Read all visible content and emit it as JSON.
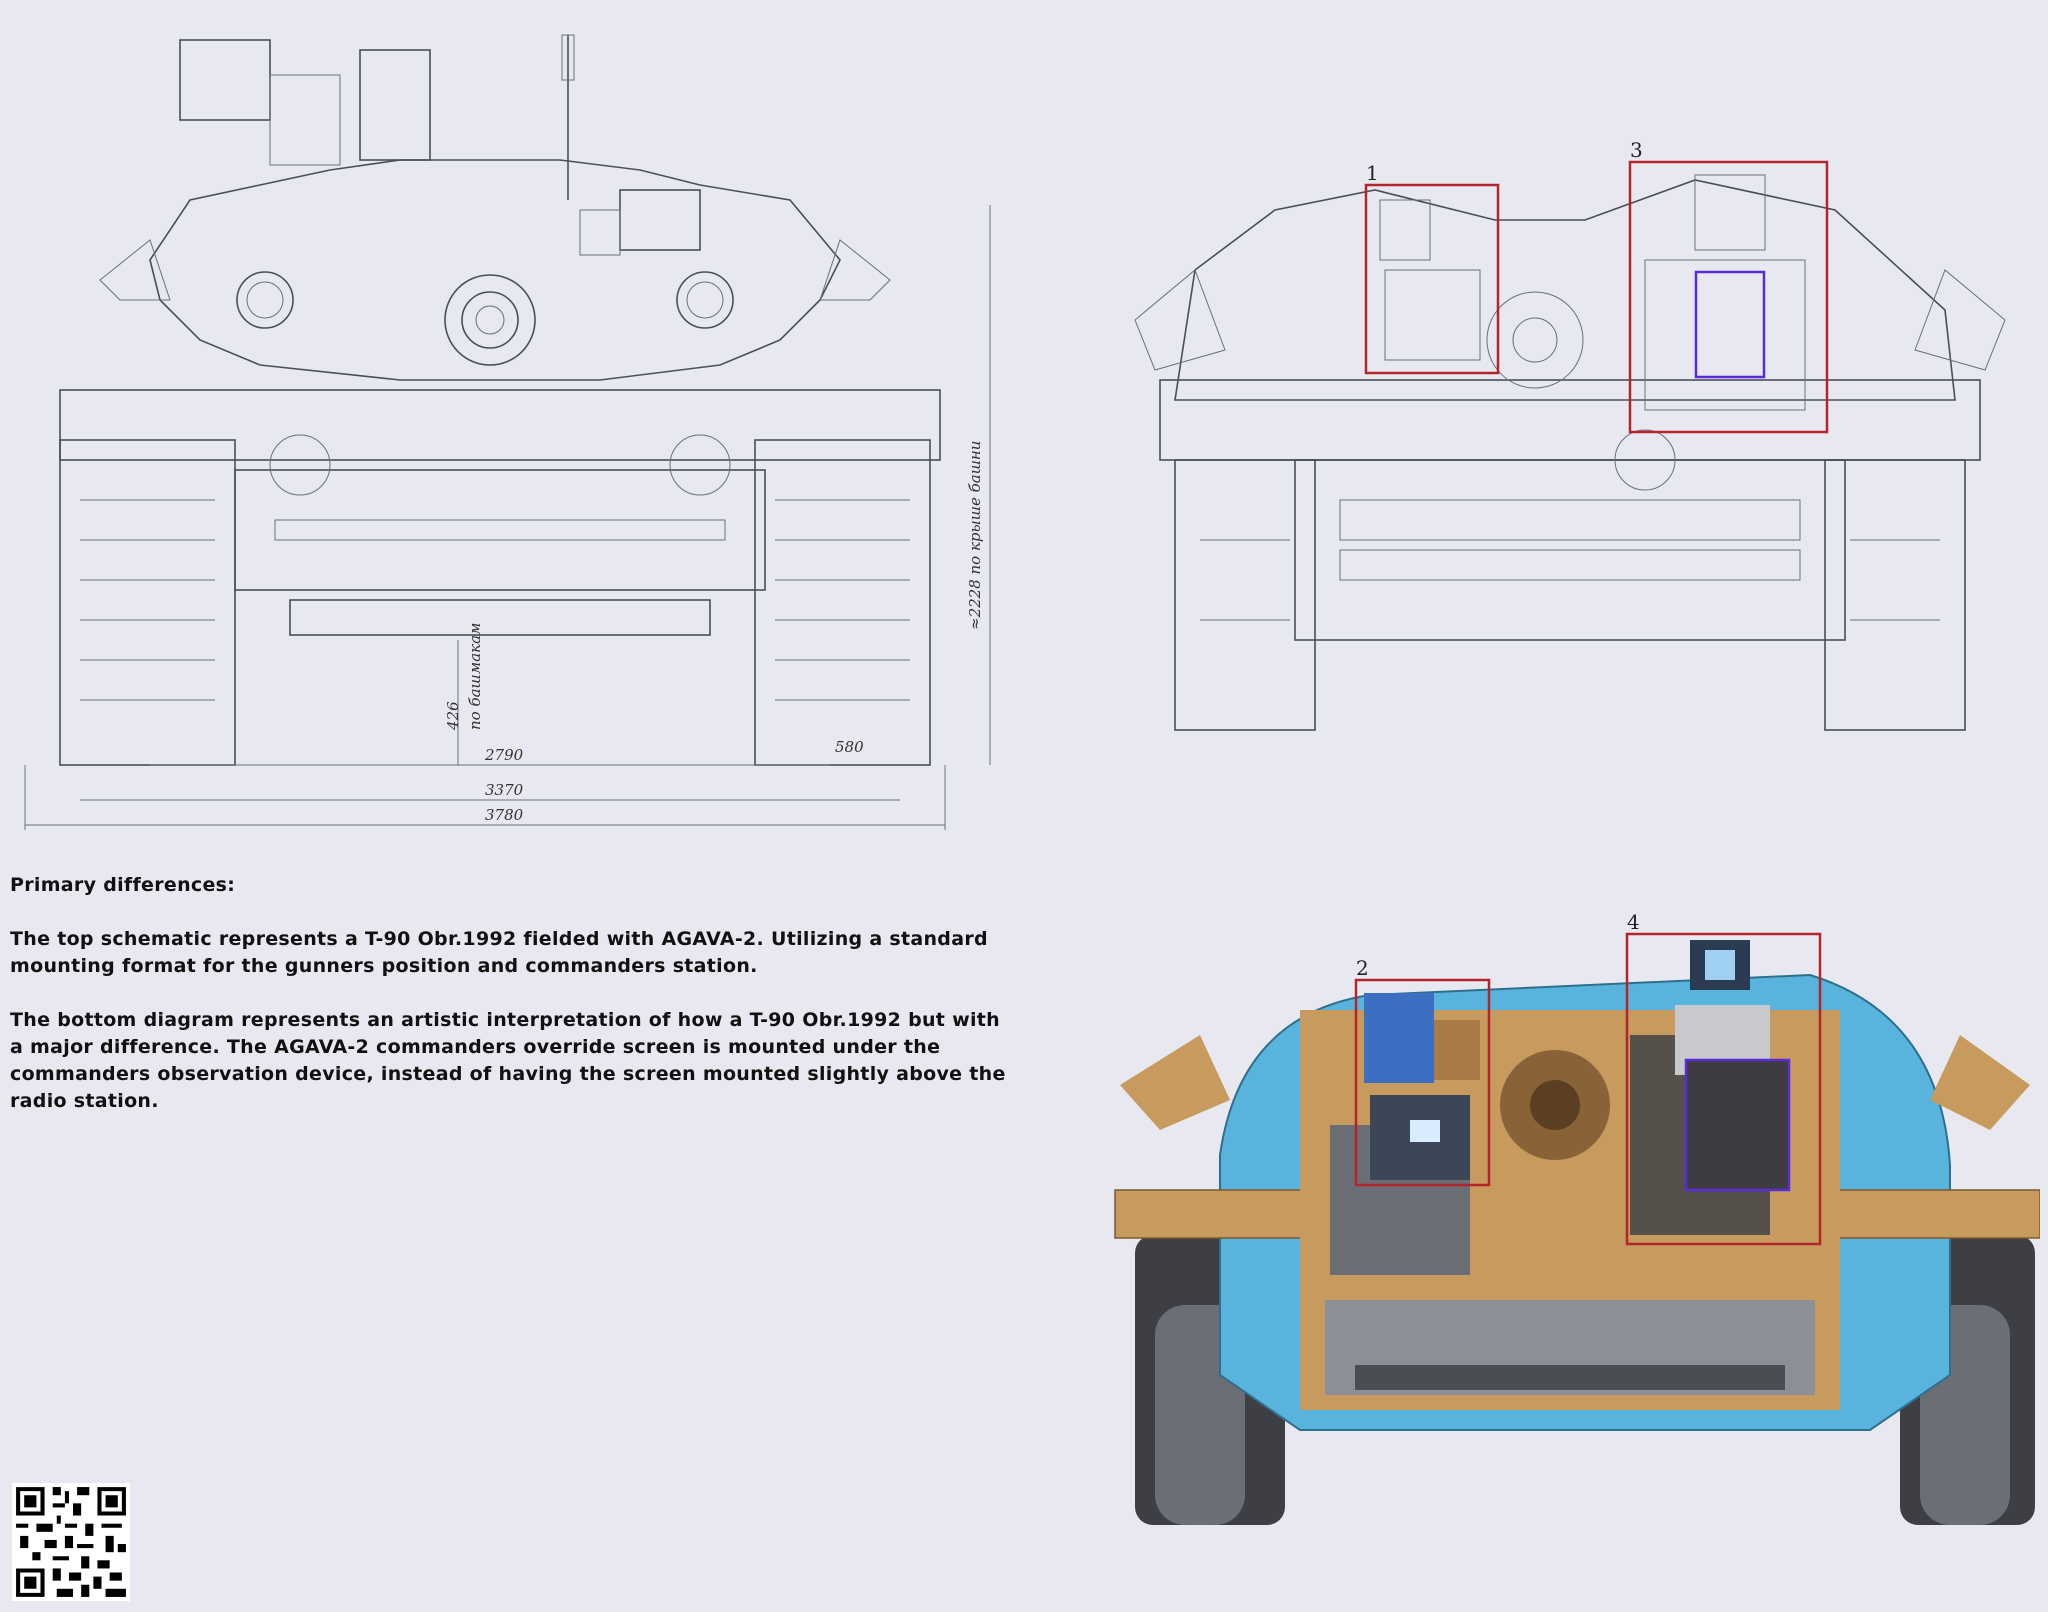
{
  "notes": {
    "heading": "Primary differences:",
    "paragraph_1": "The top schematic represents a T-90 Obr.1992 fielded with AGAVA-2. Utilizing a standard mounting format for the gunners position and commanders station.",
    "paragraph_2": "The bottom diagram represents an artistic interpretation of how a T-90 Obr.1992 but with a major difference. The AGAVA-2 commanders override screen is mounted under the commanders observation device, instead of having the screen mounted slightly above the radio station."
  },
  "front_drawing": {
    "dim_height": "≈2228 по крыше башни",
    "dim_ground": "426",
    "dim_ground_note": "по башмакам",
    "dim_track_center": "2790",
    "dim_track_width": "580",
    "dim_hull_width": "3370",
    "dim_overall_width": "3780"
  },
  "callouts": {
    "box_1": "1",
    "box_2": "2",
    "box_3": "3",
    "box_4": "4"
  },
  "colors": {
    "highlight_red": "#b3242b",
    "highlight_blue": "#5a2bd8",
    "armor_blue": "#58b4dc",
    "interior_tan": "#c79a5e"
  }
}
